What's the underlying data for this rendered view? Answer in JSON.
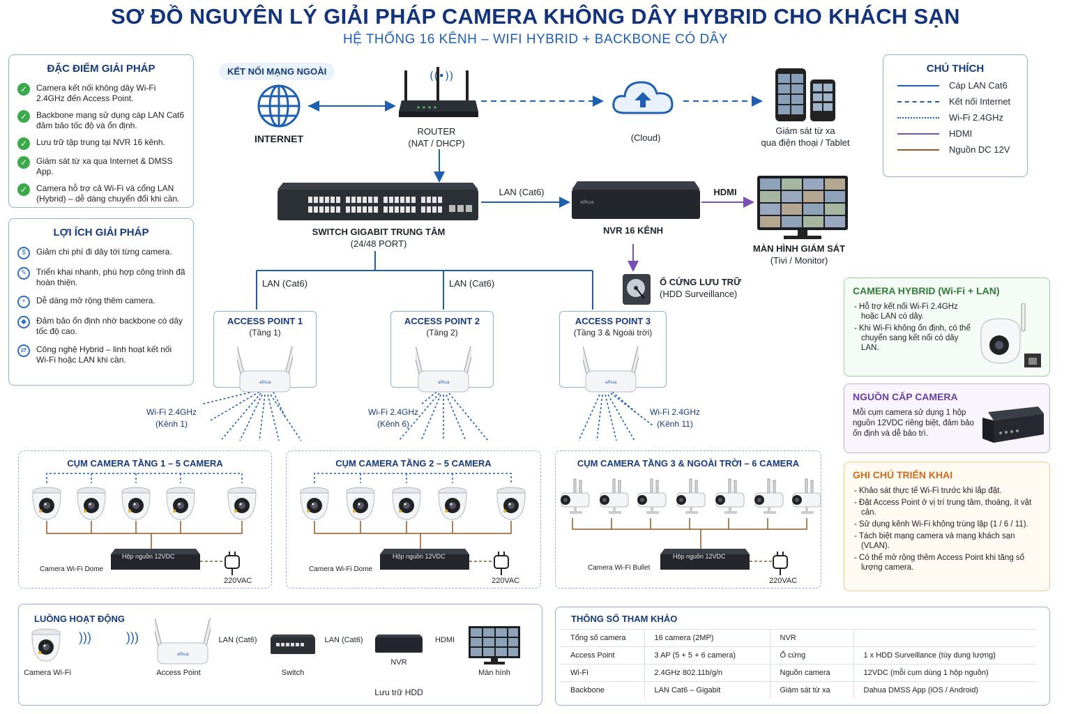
{
  "title": "SƠ ĐỒ NGUYÊN LÝ GIẢI PHÁP CAMERA KHÔNG DÂY HYBRID CHO KHÁCH SẠN",
  "subtitle": "HỆ THỐNG 16 KÊNH – WIFI HYBRID + BACKBONE CÓ DÂY",
  "features": {
    "title": "ĐẶC ĐIỂM GIẢI PHÁP",
    "items": [
      "Camera kết nối không dây Wi-Fi 2.4GHz đến Access Point.",
      "Backbone mạng sử dụng cáp LAN Cat6 đảm bảo tốc độ và ổn định.",
      "Lưu trữ tập trung tại NVR 16 kênh.",
      "Giám sát từ xa qua Internet & DMSS App.",
      "Camera hỗ trợ cả Wi-Fi và cổng LAN (Hybrid) – dễ dàng chuyển đổi khi cần."
    ]
  },
  "benefits": {
    "title": "LỢI ÍCH GIẢI PHÁP",
    "items": [
      "Giảm chi phí đi dây tới từng camera.",
      "Triển khai nhanh, phù hợp công trình đã hoàn thiện.",
      "Dễ dàng mở rộng thêm camera.",
      "Đảm bảo ổn định nhờ backbone có dây tốc độ cao.",
      "Công nghệ Hybrid – linh hoạt kết nối Wi-Fi hoặc LAN khi cần."
    ]
  },
  "net_tag": "KẾT NỐI MẠNG NGOÀI",
  "internet": "INTERNET",
  "router": {
    "name": "ROUTER",
    "sub": "(NAT / DHCP)"
  },
  "cloud": "(Cloud)",
  "remote": {
    "line1": "Giám sát từ xa",
    "line2": "qua điện thoại / Tablet"
  },
  "switch": {
    "name": "SWITCH GIGABIT TRUNG TÂM",
    "sub": "(24/48 PORT)"
  },
  "lan_label": "LAN (Cat6)",
  "hdmi_label": "HDMI",
  "nvr": "NVR 16 KÊNH",
  "monitor": {
    "name": "MÀN HÌNH GIÁM SÁT",
    "sub": "(Tivi / Monitor)"
  },
  "hdd": {
    "name": "Ổ CỨNG LƯU TRỮ",
    "sub": "(HDD Surveillance)"
  },
  "aps": [
    {
      "name": "ACCESS POINT 1",
      "sub": "(Tầng 1)",
      "wifi": "Wi-Fi 2.4GHz",
      "ch": "(Kênh 1)"
    },
    {
      "name": "ACCESS POINT 2",
      "sub": "(Tầng 2)",
      "wifi": "Wi-Fi 2.4GHz",
      "ch": "(Kênh 6)"
    },
    {
      "name": "ACCESS POINT 3",
      "sub": "(Tầng 3 & Ngoài trời)",
      "wifi": "Wi-Fi 2.4GHz",
      "ch": "(Kênh 11)"
    }
  ],
  "clusters": [
    {
      "title": "CỤM CAMERA TẦNG 1 – 5 CAMERA",
      "cam": "Camera Wi-Fi Dome",
      "psu": "Hộp nguồn 12VDC",
      "ac": "220VAC"
    },
    {
      "title": "CỤM CAMERA TẦNG 2 – 5 CAMERA",
      "cam": "Camera Wi-Fi Dome",
      "psu": "Hộp nguồn 12VDC",
      "ac": "220VAC"
    },
    {
      "title": "CỤM CAMERA TẦNG 3 & NGOÀI TRỜI – 6 CAMERA",
      "cam": "Camera Wi-Fi Bullet",
      "psu": "Hộp nguồn 12VDC",
      "ac": "220VAC"
    }
  ],
  "legend": {
    "title": "CHÚ THÍCH",
    "items": [
      {
        "label": "Cáp LAN Cat6",
        "color": "#1f5fb0",
        "style": "solid"
      },
      {
        "label": "Kết nối Internet",
        "color": "#1f5fb0",
        "style": "dashed"
      },
      {
        "label": "Wi-Fi 2.4GHz",
        "color": "#1f5fb0",
        "style": "dotted"
      },
      {
        "label": "HDMI",
        "color": "#7a4fb5",
        "style": "solid"
      },
      {
        "label": "Nguồn DC 12V",
        "color": "#8a5a2b",
        "style": "solid"
      }
    ]
  },
  "hybrid": {
    "title": "CAMERA HYBRID (Wi-Fi + LAN)",
    "items": [
      "Hỗ trợ kết nối Wi-Fi 2.4GHz hoặc LAN có dây.",
      "Khi Wi-Fi không ổn định, có thể chuyển sang kết nối có dây LAN."
    ]
  },
  "power": {
    "title": "NGUỒN CẤP CAMERA",
    "text": "Mỗi cụm camera sử dụng 1 hộp nguồn 12VDC riêng biệt, đảm bảo ổn định và dễ bảo trì."
  },
  "notes": {
    "title": "GHI CHÚ TRIỂN KHAI",
    "items": [
      "Khảo sát thực tế Wi-Fi trước khi lắp đặt.",
      "Đặt Access Point ở vị trí trung tâm, thoáng, ít vật cản.",
      "Sử dụng kênh Wi-Fi không trùng lặp (1 / 6 / 11).",
      "Tách biệt mạng camera và mạng khách sạn (VLAN).",
      "Có thể mở rộng thêm Access Point khi tăng số lượng camera."
    ]
  },
  "flow": {
    "title": "LUỒNG HOẠT ĐỘNG",
    "camera": "Camera Wi-Fi",
    "ap": "Access Point",
    "switch": "Switch",
    "nvr": "NVR",
    "monitor": "Màn hình",
    "hdd": "Lưu trữ HDD",
    "lan1": "LAN (Cat6)",
    "lan2": "LAN (Cat6)",
    "hdmi": "HDMI"
  },
  "specs": {
    "title": "THÔNG SỐ THAM KHẢO",
    "rows": [
      [
        "Tổng số camera",
        "16 camera (2MP)",
        "NVR",
        ""
      ],
      [
        "Access Point",
        "3 AP (5 + 5 + 6 camera)",
        "Ổ cứng",
        "1 x HDD Surveillance (tùy dung lượng)"
      ],
      [
        "Wi-Fi",
        "2.4GHz 802.11b/g/n",
        "Nguồn camera",
        "12VDC (mỗi cụm dùng 1 hộp nguồn)"
      ],
      [
        "Backbone",
        "LAN Cat6 – Gigabit",
        "Giám sát từ xa",
        "Dahua DMSS App (iOS / Android)"
      ]
    ]
  }
}
